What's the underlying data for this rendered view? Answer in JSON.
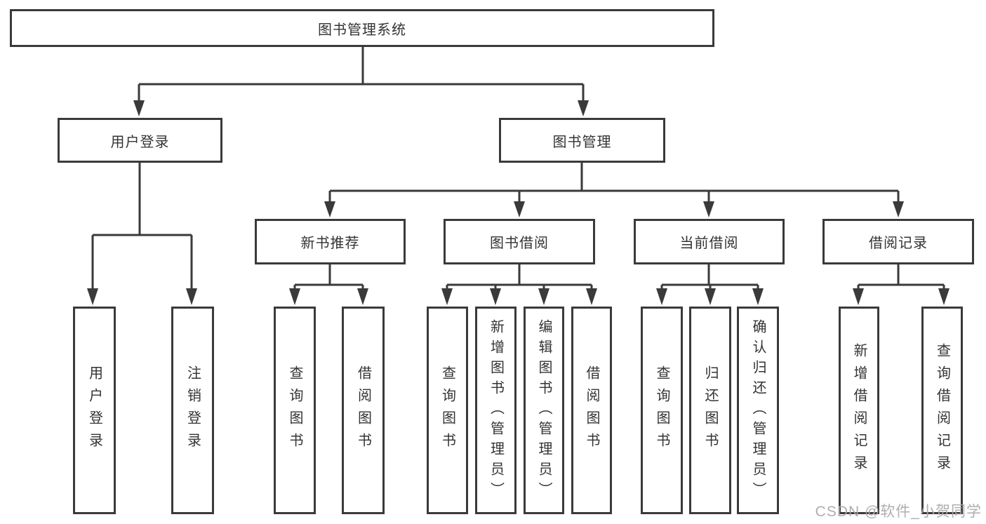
{
  "diagram_title": "图书管理系统",
  "nodes": {
    "root": "图书管理系统",
    "user_login": "用户登录",
    "book_mgmt": "图书管理",
    "new_book_rec": "新书推荐",
    "book_borrow": "图书借阅",
    "current_borrow": "当前借阅",
    "borrow_records": "借阅记录",
    "leaf_user_login": "用户登录",
    "leaf_logout": "注销登录",
    "leaf_query_book_newrec": "查询图书",
    "leaf_borrow_book_newrec": "借阅图书",
    "leaf_query_book_borrow": "查询图书",
    "leaf_add_book_admin": "新增图书（管理员）",
    "leaf_edit_book_admin": "编辑图书（管理员）",
    "leaf_borrow_book_borrow": "借阅图书",
    "leaf_query_book_current": "查询图书",
    "leaf_return_book": "归还图书",
    "leaf_confirm_return_admin": "确认归还（管理员）",
    "leaf_add_borrow_record": "新增借阅记录",
    "leaf_query_borrow_record": "查询借阅记录"
  },
  "watermark": "CSDN @软件_小贺同学",
  "colors": {
    "line": "#3a3a3a",
    "text": "#333333",
    "watermark": "#aaaaaa",
    "background": "#ffffff"
  },
  "hierarchy": {
    "图书管理系统": {
      "用户登录": [
        "用户登录",
        "注销登录"
      ],
      "图书管理": {
        "新书推荐": [
          "查询图书",
          "借阅图书"
        ],
        "图书借阅": [
          "查询图书",
          "新增图书（管理员）",
          "编辑图书（管理员）",
          "借阅图书"
        ],
        "当前借阅": [
          "查询图书",
          "归还图书",
          "确认归还（管理员）"
        ],
        "借阅记录": [
          "新增借阅记录",
          "查询借阅记录"
        ]
      }
    }
  }
}
